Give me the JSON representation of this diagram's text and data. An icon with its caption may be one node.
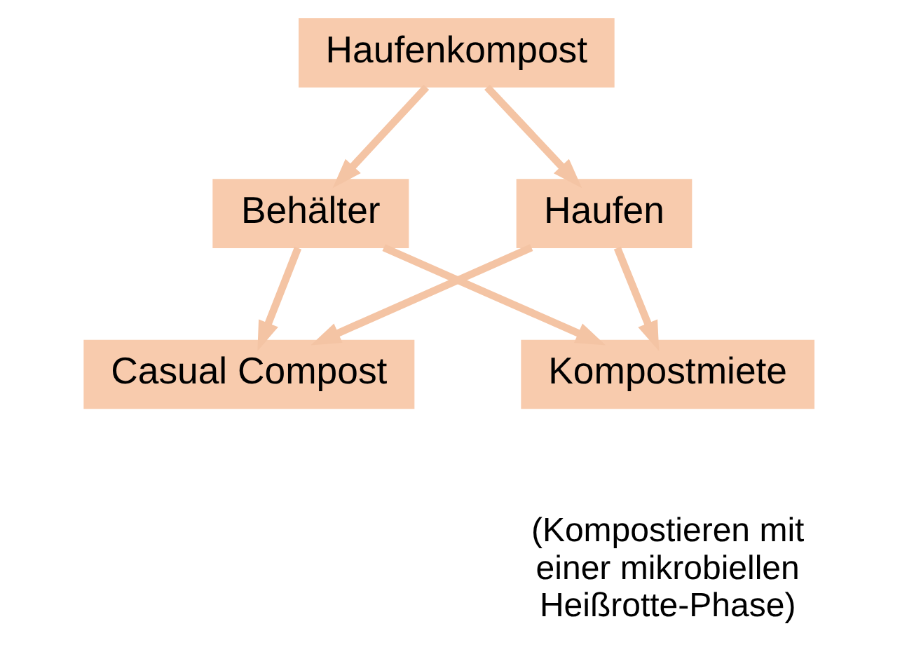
{
  "diagram": {
    "nodes": [
      {
        "text": [
          "Haufenkompost"
        ]
      },
      {
        "text": [
          "Behälter"
        ]
      },
      {
        "text": [
          "Haufen"
        ]
      },
      {
        "text": [
          "Casual Compost"
        ]
      },
      {
        "text": [
          "Kompostmiete"
        ],
        "beside": [
          "(Kompostieren mit einer mikrobiellen Heißrotte-Phase)"
        ]
      }
    ],
    "edges": [
      {
        "from": 0,
        "to": 1,
        "arrow": "to"
      },
      {
        "from": 0,
        "to": 2,
        "arrow": "to"
      },
      {
        "from": 1,
        "to": 3,
        "arrow": "to"
      },
      {
        "from": 1,
        "to": 4,
        "arrow": "to"
      },
      {
        "from": 2,
        "to": 3,
        "arrow": "to"
      },
      {
        "from": 2,
        "to": 4,
        "arrow": "to"
      }
    ]
  }
}
